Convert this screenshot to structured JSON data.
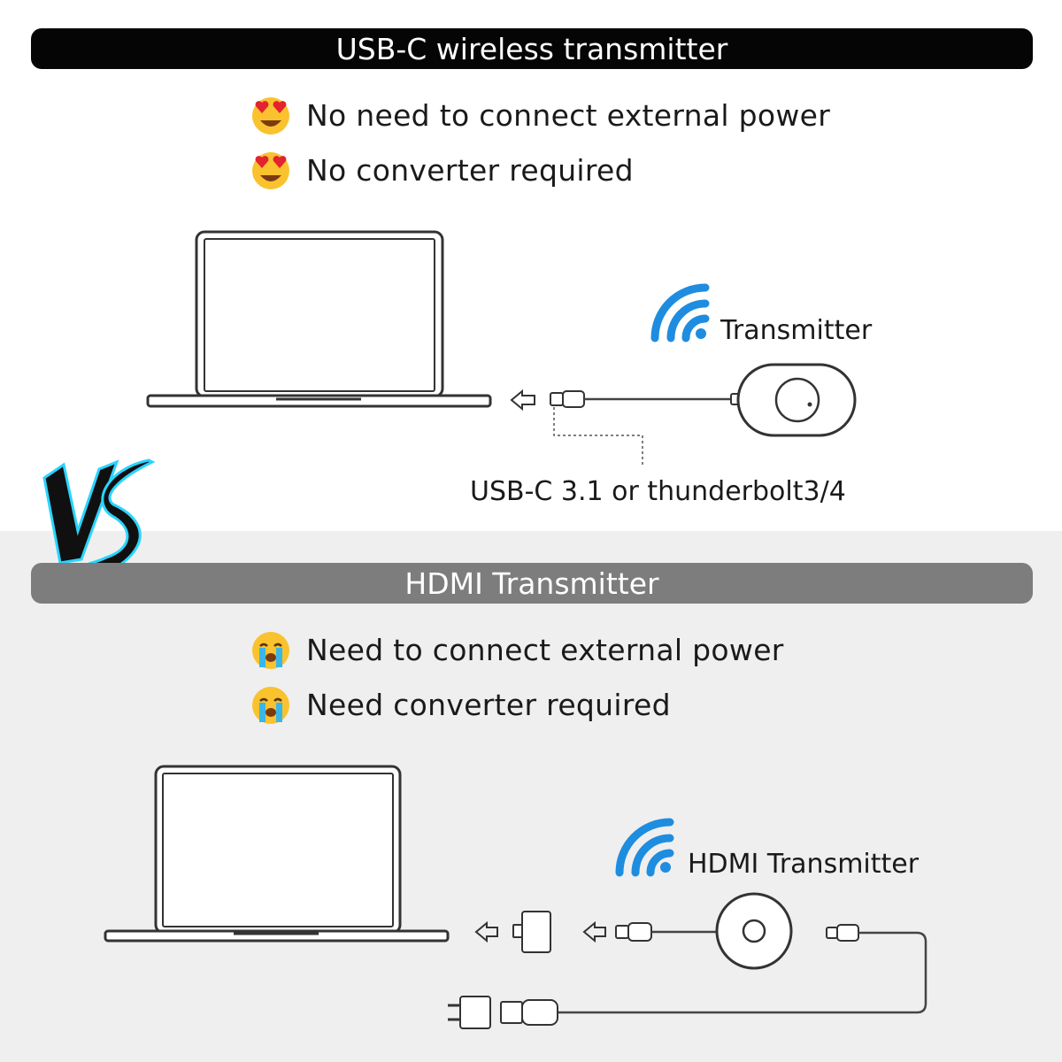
{
  "top": {
    "banner": "USB-C wireless transmitter",
    "features": [
      "No need to connect external power",
      "No converter required"
    ],
    "feature_icon": "heart-eyes-emoji",
    "transmitter_label": "Transmitter",
    "port_label": "USB-C 3.1 or thunderbolt3/4"
  },
  "vs_badge": "VS",
  "bottom": {
    "banner": "HDMI Transmitter",
    "features": [
      "Need to connect external power",
      "Need  converter required"
    ],
    "feature_icon": "crying-emoji",
    "transmitter_label": "HDMI Transmitter"
  },
  "colors": {
    "top_banner": "#050505",
    "bottom_banner": "#7d7d7d",
    "wifi_blue": "#1e8de0",
    "lower_background": "#efefef",
    "vs_glow": "#2ad4ff"
  }
}
